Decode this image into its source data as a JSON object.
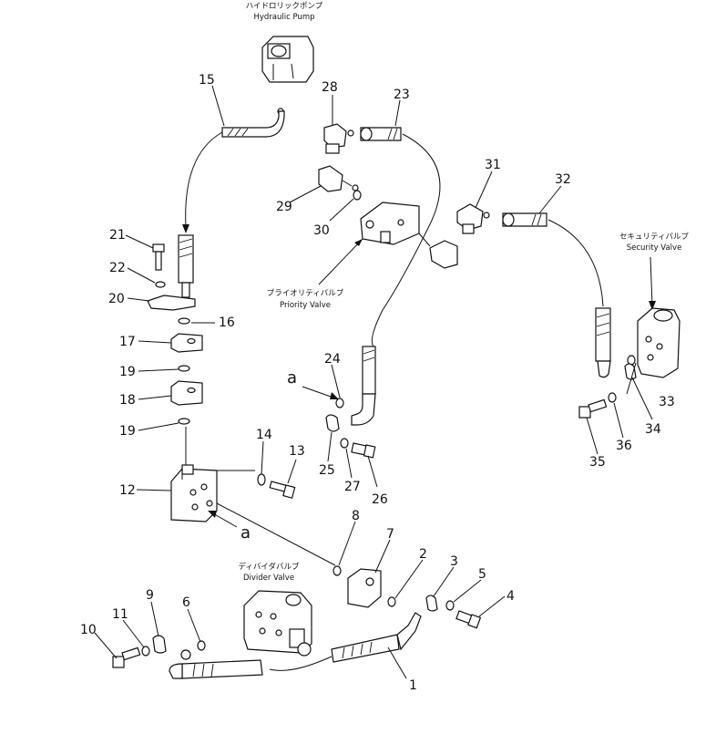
{
  "components": {
    "hydraulic_pump": {
      "jp": "ハイドロリックポンプ",
      "en": "Hydraulic Pump"
    },
    "priority_valve": {
      "jp": "プライオリティバルブ",
      "en": "Priority Valve"
    },
    "security_valve": {
      "jp": "セキュリティバルブ",
      "en": "Security Valve"
    },
    "divider_valve": {
      "jp": "ディバイダバルブ",
      "en": "Divider Valve"
    }
  },
  "callouts": [
    "1",
    "2",
    "3",
    "4",
    "5",
    "6",
    "7",
    "8",
    "9",
    "10",
    "11",
    "12",
    "13",
    "14",
    "15",
    "16",
    "17",
    "18",
    "19",
    "20",
    "21",
    "22",
    "23",
    "24",
    "25",
    "26",
    "27",
    "28",
    "29",
    "30",
    "31",
    "32",
    "33",
    "34",
    "35",
    "36"
  ],
  "view_markers": {
    "a1": "a",
    "a2": "a"
  }
}
